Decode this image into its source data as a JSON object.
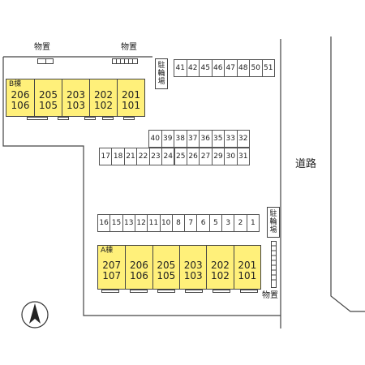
{
  "labels": {
    "storage": "物置",
    "road": "道路",
    "bike_parking": [
      "駐",
      "輪",
      "場"
    ]
  },
  "building_b": {
    "name": "B棟",
    "units": [
      {
        "top": "206",
        "bottom": "106"
      },
      {
        "top": "205",
        "bottom": "105"
      },
      {
        "top": "203",
        "bottom": "103"
      },
      {
        "top": "202",
        "bottom": "102"
      },
      {
        "top": "201",
        "bottom": "101"
      }
    ]
  },
  "building_a": {
    "name": "A棟",
    "units": [
      {
        "top": "207",
        "bottom": "107"
      },
      {
        "top": "206",
        "bottom": "106"
      },
      {
        "top": "205",
        "bottom": "105"
      },
      {
        "top": "203",
        "bottom": "103"
      },
      {
        "top": "202",
        "bottom": "102"
      },
      {
        "top": "201",
        "bottom": "101"
      }
    ]
  },
  "parking": {
    "row_top": [
      "41",
      "42",
      "45",
      "46",
      "47",
      "48",
      "50",
      "51"
    ],
    "row_mid_upper": [
      "40",
      "39",
      "38",
      "37",
      "36",
      "35",
      "33",
      "32"
    ],
    "row_mid_lower": [
      "17",
      "18",
      "21",
      "22",
      "23",
      "24",
      "25",
      "26",
      "27",
      "29",
      "30",
      "31"
    ],
    "row_bottom": [
      "16",
      "15",
      "13",
      "12",
      "11",
      "10",
      "8",
      "7",
      "6",
      "5",
      "3",
      "2",
      "1"
    ]
  },
  "compass": {
    "north_icon": "north-arrow-icon"
  },
  "colors": {
    "building_fill": "#fff07a",
    "line": "#444444"
  }
}
